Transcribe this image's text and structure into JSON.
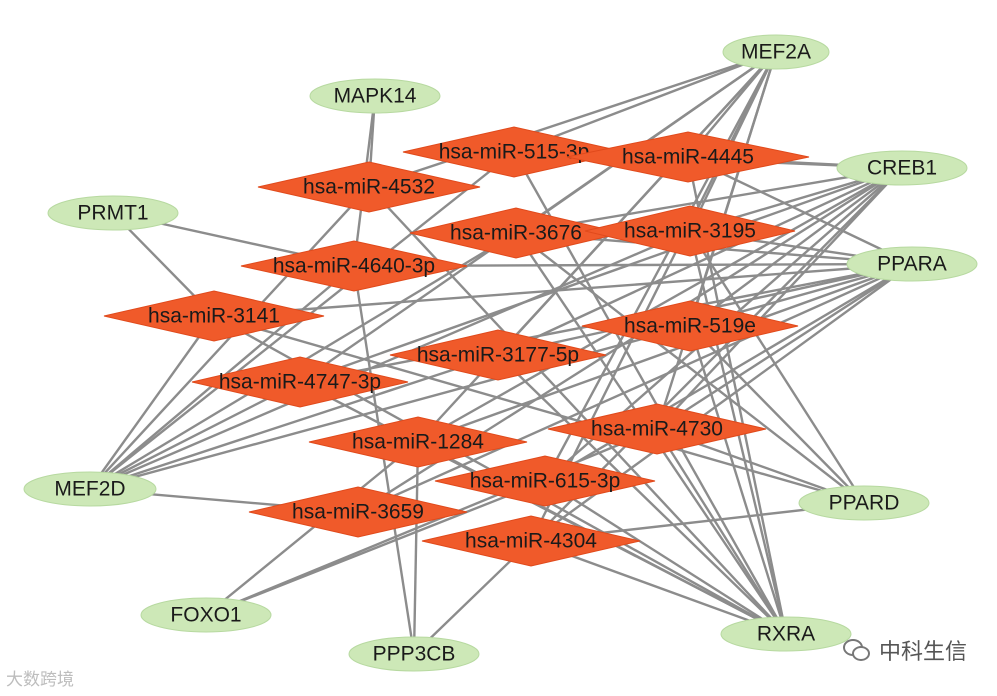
{
  "genes": [
    {
      "id": "MEF2A",
      "label": "MEF2A"
    },
    {
      "id": "MAPK14",
      "label": "MAPK14"
    },
    {
      "id": "CREB1",
      "label": "CREB1"
    },
    {
      "id": "PRMT1",
      "label": "PRMT1"
    },
    {
      "id": "PPARA",
      "label": "PPARA"
    },
    {
      "id": "MEF2D",
      "label": "MEF2D"
    },
    {
      "id": "PPARD",
      "label": "PPARD"
    },
    {
      "id": "FOXO1",
      "label": "FOXO1"
    },
    {
      "id": "PPP3CB",
      "label": "PPP3CB"
    },
    {
      "id": "RXRA",
      "label": "RXRA"
    }
  ],
  "mirnas": [
    {
      "id": "m515",
      "label": "hsa-miR-515-3p"
    },
    {
      "id": "m4445",
      "label": "hsa-miR-4445"
    },
    {
      "id": "m4532",
      "label": "hsa-miR-4532"
    },
    {
      "id": "m3676",
      "label": "hsa-miR-3676"
    },
    {
      "id": "m3195",
      "label": "hsa-miR-3195"
    },
    {
      "id": "m4640",
      "label": "hsa-miR-4640-3p"
    },
    {
      "id": "m3141",
      "label": "hsa-miR-3141"
    },
    {
      "id": "m519e",
      "label": "hsa-miR-519e"
    },
    {
      "id": "m3177",
      "label": "hsa-miR-3177-5p"
    },
    {
      "id": "m4747",
      "label": "hsa-miR-4747-3p"
    },
    {
      "id": "m4730",
      "label": "hsa-miR-4730"
    },
    {
      "id": "m1284",
      "label": "hsa-miR-1284"
    },
    {
      "id": "m615",
      "label": "hsa-miR-615-3p"
    },
    {
      "id": "m3659",
      "label": "hsa-miR-3659"
    },
    {
      "id": "m4304",
      "label": "hsa-miR-4304"
    }
  ],
  "edges": [
    [
      "MEF2A",
      "m515"
    ],
    [
      "MEF2A",
      "m4445"
    ],
    [
      "MEF2A",
      "m4532"
    ],
    [
      "MEF2A",
      "m3676"
    ],
    [
      "MEF2A",
      "m3195"
    ],
    [
      "MEF2A",
      "m519e"
    ],
    [
      "MEF2A",
      "m3177"
    ],
    [
      "MEF2A",
      "m4730"
    ],
    [
      "MEF2A",
      "m1284"
    ],
    [
      "MEF2A",
      "m615"
    ],
    [
      "MEF2A",
      "m4304"
    ],
    [
      "MEF2A",
      "m4747"
    ],
    [
      "MAPK14",
      "m4532"
    ],
    [
      "MAPK14",
      "m4640"
    ],
    [
      "CREB1",
      "m4445"
    ],
    [
      "CREB1",
      "m515"
    ],
    [
      "CREB1",
      "m3676"
    ],
    [
      "CREB1",
      "m3195"
    ],
    [
      "CREB1",
      "m519e"
    ],
    [
      "CREB1",
      "m3177"
    ],
    [
      "CREB1",
      "m4730"
    ],
    [
      "CREB1",
      "m1284"
    ],
    [
      "CREB1",
      "m615"
    ],
    [
      "CREB1",
      "m3659"
    ],
    [
      "CREB1",
      "m4304"
    ],
    [
      "CREB1",
      "m4747"
    ],
    [
      "PRMT1",
      "m4640"
    ],
    [
      "PRMT1",
      "m3141"
    ],
    [
      "PPARA",
      "m4640"
    ],
    [
      "PPARA",
      "m3676"
    ],
    [
      "PPARA",
      "m3195"
    ],
    [
      "PPARA",
      "m4445"
    ],
    [
      "PPARA",
      "m519e"
    ],
    [
      "PPARA",
      "m3177"
    ],
    [
      "PPARA",
      "m4730"
    ],
    [
      "PPARA",
      "m1284"
    ],
    [
      "PPARA",
      "m615"
    ],
    [
      "PPARA",
      "m3659"
    ],
    [
      "PPARA",
      "m4304"
    ],
    [
      "PPARA",
      "m4747"
    ],
    [
      "PPARA",
      "m3141"
    ],
    [
      "MEF2D",
      "m4532"
    ],
    [
      "MEF2D",
      "m4640"
    ],
    [
      "MEF2D",
      "m3141"
    ],
    [
      "MEF2D",
      "m3676"
    ],
    [
      "MEF2D",
      "m3195"
    ],
    [
      "MEF2D",
      "m3177"
    ],
    [
      "MEF2D",
      "m4747"
    ],
    [
      "MEF2D",
      "m519e"
    ],
    [
      "MEF2D",
      "m515"
    ],
    [
      "MEF2D",
      "m3659"
    ],
    [
      "PPARD",
      "m3195"
    ],
    [
      "PPARD",
      "m519e"
    ],
    [
      "PPARD",
      "m4730"
    ],
    [
      "PPARD",
      "m3676"
    ],
    [
      "PPARD",
      "m4304"
    ],
    [
      "PPARD",
      "m3141"
    ],
    [
      "FOXO1",
      "m1284"
    ],
    [
      "FOXO1",
      "m4730"
    ],
    [
      "FOXO1",
      "m615"
    ],
    [
      "PPP3CB",
      "m1284"
    ],
    [
      "PPP3CB",
      "m4304"
    ],
    [
      "PPP3CB",
      "m4640"
    ],
    [
      "RXRA",
      "m4445"
    ],
    [
      "RXRA",
      "m3195"
    ],
    [
      "RXRA",
      "m519e"
    ],
    [
      "RXRA",
      "m4730"
    ],
    [
      "RXRA",
      "m615"
    ],
    [
      "RXRA",
      "m4304"
    ],
    [
      "RXRA",
      "m3177"
    ],
    [
      "RXRA",
      "m3676"
    ],
    [
      "RXRA",
      "m4532"
    ],
    [
      "RXRA",
      "m1284"
    ],
    [
      "RXRA",
      "m4747"
    ],
    [
      "RXRA",
      "m3141"
    ],
    [
      "RXRA",
      "m515"
    ]
  ],
  "watermark_left": "大数跨境",
  "watermark_right": "中科生信"
}
